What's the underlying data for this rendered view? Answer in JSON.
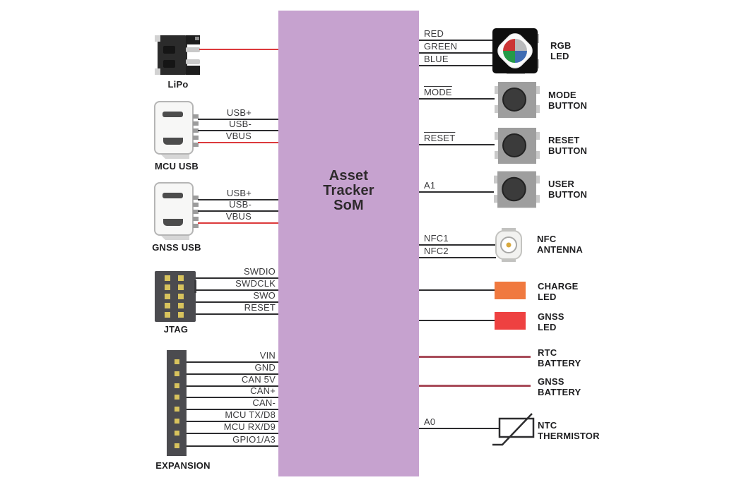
{
  "som": {
    "label": "Asset\nTracker\nSoM"
  },
  "left": {
    "lipo": {
      "label": "LiPo"
    },
    "mcu_usb": {
      "label": "MCU USB",
      "wires": [
        "USB+",
        "USB-",
        "VBUS"
      ]
    },
    "gnss_usb": {
      "label": "GNSS USB",
      "wires": [
        "USB+",
        "USB-",
        "VBUS"
      ]
    },
    "jtag": {
      "label": "JTAG",
      "wires": [
        "SWDIO",
        "SWDCLK",
        "SWO",
        "RESET"
      ]
    },
    "expansion": {
      "label": "EXPANSION",
      "wires": [
        "VIN",
        "GND",
        "CAN 5V",
        "CAN+",
        "CAN-",
        "MCU TX/D8",
        "MCU RX/D9",
        "GPIO1/A3"
      ]
    }
  },
  "right": {
    "rgb_led": {
      "label": "RGB\nLED",
      "wires": [
        "RED",
        "GREEN",
        "BLUE"
      ]
    },
    "mode_button": {
      "label": "MODE\nBUTTON",
      "wire": "MODE"
    },
    "reset_button": {
      "label": "RESET\nBUTTON",
      "wire": "RESET"
    },
    "user_button": {
      "label": "USER\nBUTTON",
      "wire": "A1"
    },
    "nfc_antenna": {
      "label": "NFC\nANTENNA",
      "wires": [
        "NFC1",
        "NFC2"
      ]
    },
    "charge_led": {
      "label": "CHARGE\nLED"
    },
    "gnss_led": {
      "label": "GNSS\nLED"
    },
    "rtc_battery": {
      "label": "RTC\nBATTERY"
    },
    "gnss_battery": {
      "label": "GNSS\nBATTERY"
    },
    "ntc_thermistor": {
      "label": "NTC\nTHERMISTOR",
      "wire": "A0"
    }
  },
  "colors": {
    "som_fill": "#C6A2CF",
    "wire_black": "#2D2D2F",
    "wire_red": "#DC3A3C",
    "battery_wire": "#A84B59",
    "charge_led_fill": "#F0793F",
    "gnss_led_fill": "#EE4141"
  }
}
